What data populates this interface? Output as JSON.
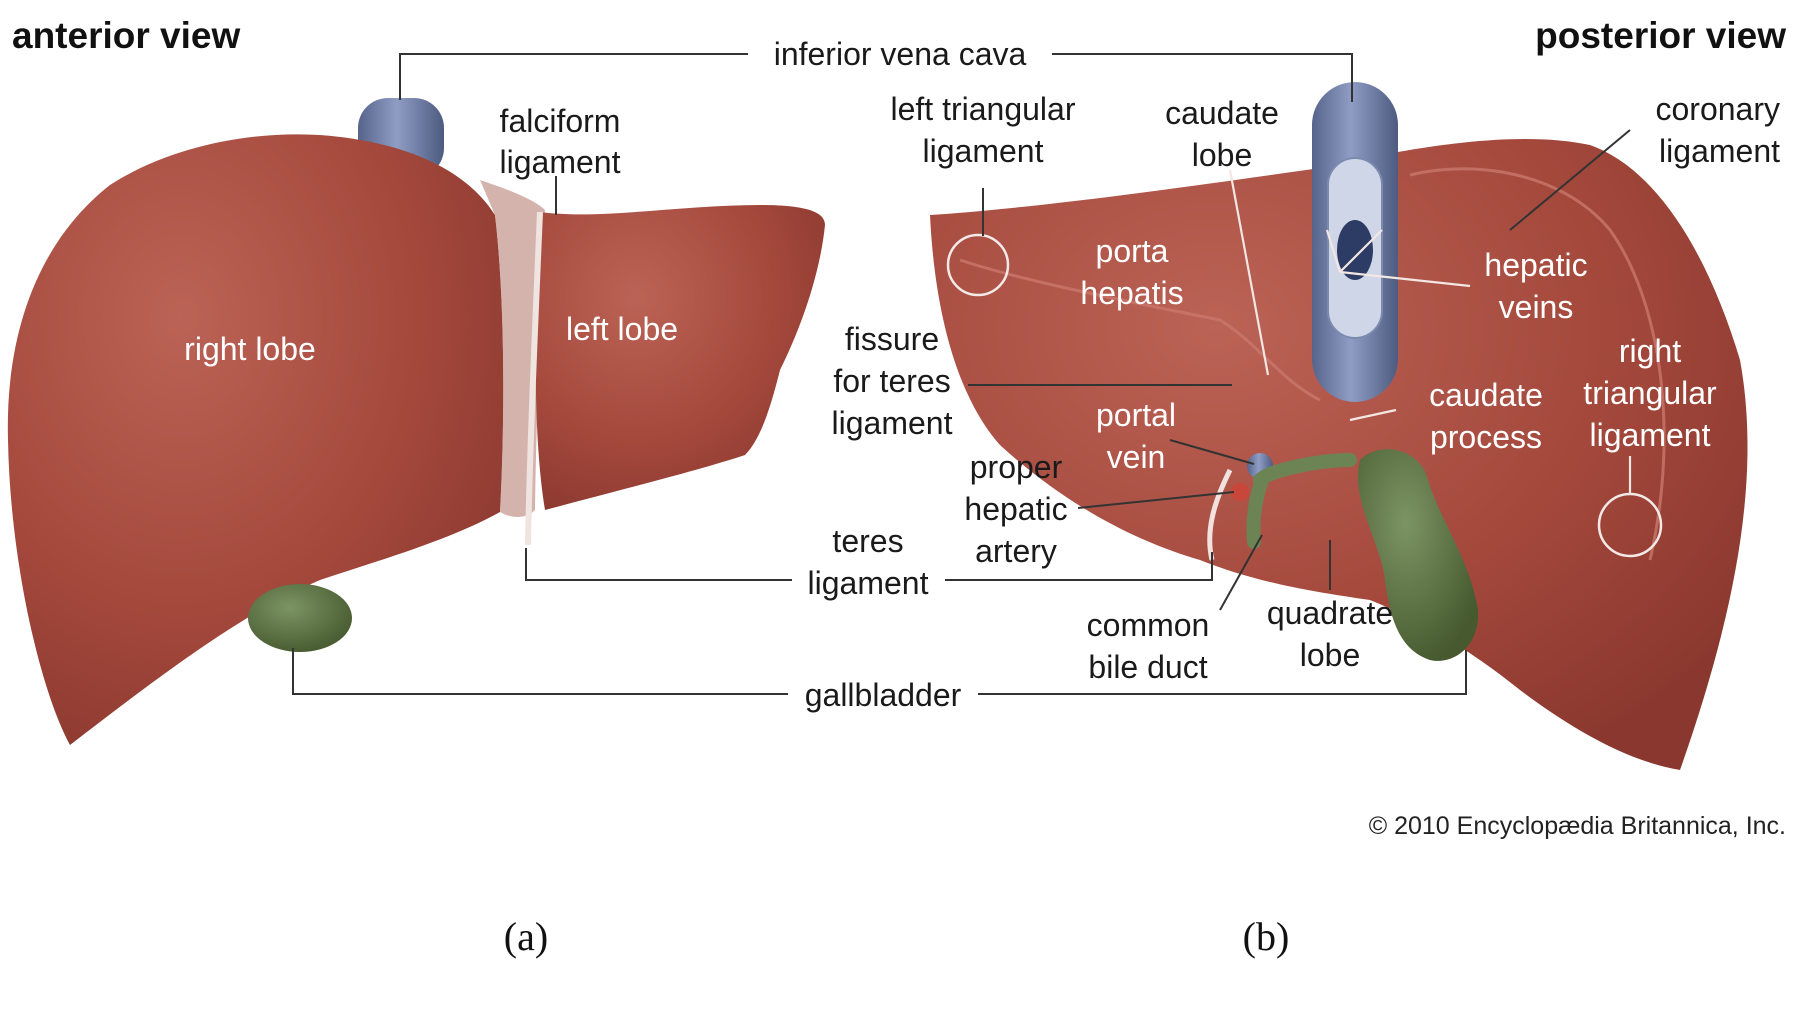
{
  "views": {
    "anterior": "anterior view",
    "posterior": "posterior view"
  },
  "labels": {
    "inferior_vena_cava": "inferior vena cava",
    "falciform": [
      "falciform",
      "ligament"
    ],
    "right_lobe": "right lobe",
    "left_lobe": "left lobe",
    "left_triangular": [
      "left triangular",
      "ligament"
    ],
    "caudate_lobe": [
      "caudate",
      "lobe"
    ],
    "coronary": [
      "coronary",
      "ligament"
    ],
    "porta_hepatis": [
      "porta",
      "hepatis"
    ],
    "hepatic_veins": [
      "hepatic",
      "veins"
    ],
    "fissure": [
      "fissure",
      "for teres",
      "ligament"
    ],
    "right_triangular": [
      "right",
      "triangular",
      "ligament"
    ],
    "caudate_process": [
      "caudate",
      "process"
    ],
    "portal_vein": [
      "portal",
      "vein"
    ],
    "proper_hepatic": [
      "proper",
      "hepatic",
      "artery"
    ],
    "teres": [
      "teres",
      "ligament"
    ],
    "common_bile": [
      "common",
      "bile duct"
    ],
    "quadrate": [
      "quadrate",
      "lobe"
    ],
    "gallbladder": "gallbladder"
  },
  "copyright": "© 2010 Encyclopædia Britannica, Inc.",
  "captions": {
    "a": "(a)",
    "b": "(b)"
  },
  "colors": {
    "liver": "#a4483c",
    "liver_light": "#b75c4f",
    "liver_dark": "#8c3a30",
    "vein": "#6f7fa8",
    "gallbladder": "#5a6f44",
    "artery": "#c8473a"
  }
}
